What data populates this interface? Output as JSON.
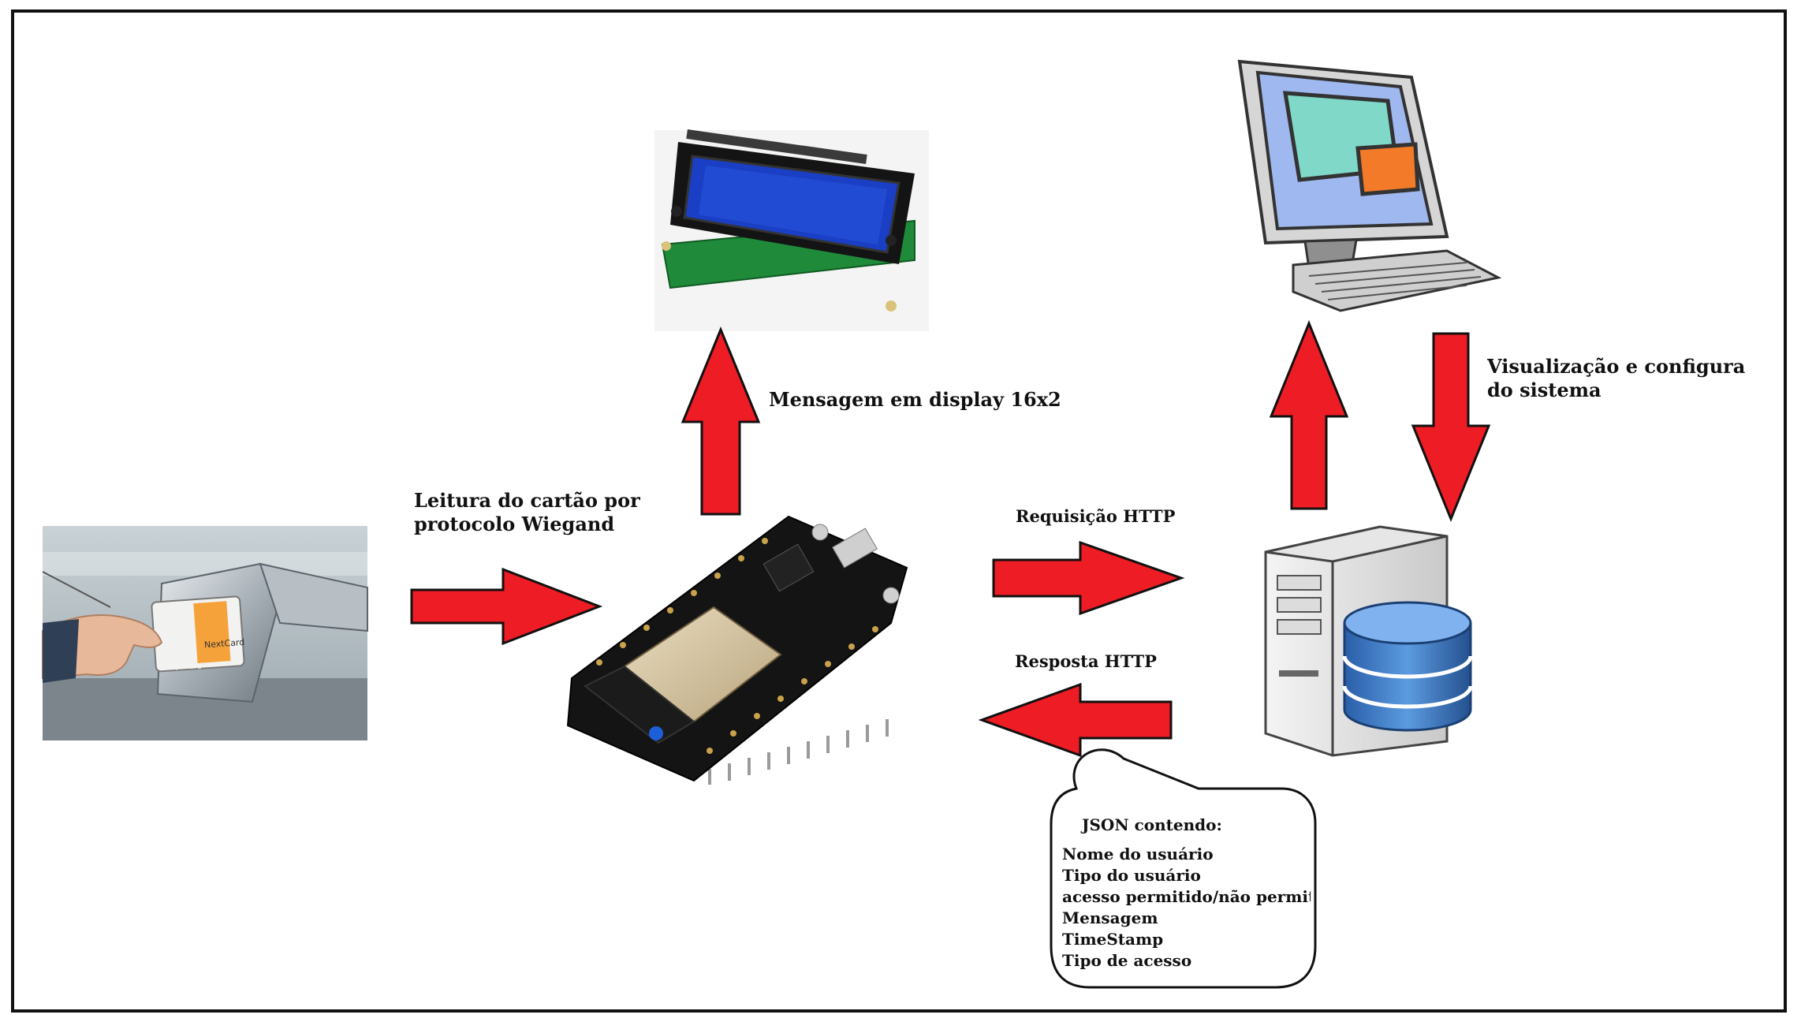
{
  "labels": {
    "card_reading": [
      "Leitura do cartão por",
      "protocolo Wiegand"
    ],
    "display_message": "Mensagem em display 16x2",
    "http_request": "Requisição HTTP",
    "http_response": "Resposta HTTP",
    "system_config": [
      "Visualização e configuraçã",
      "do sistema"
    ]
  },
  "json_bubble": {
    "title": "JSON contendo:",
    "items": [
      "Nome do usuário",
      "Tipo do usuário",
      "acesso permitido/não permit",
      "Mensagem",
      "TimeStamp",
      "Tipo de acesso"
    ]
  },
  "card_photo": {
    "card_label": "NextCard",
    "reader_label": "Tap Here"
  },
  "colors": {
    "arrow_fill": "#ee1c24",
    "arrow_stroke": "#111111",
    "lcd_screen": "#1a3fc4",
    "pcb_green": "#1f8a3a",
    "monitor_screen": "#9fb8f0",
    "window_teal": "#7fd8c8",
    "window_orange": "#f37a28",
    "database_blue": "#3a78c8"
  }
}
